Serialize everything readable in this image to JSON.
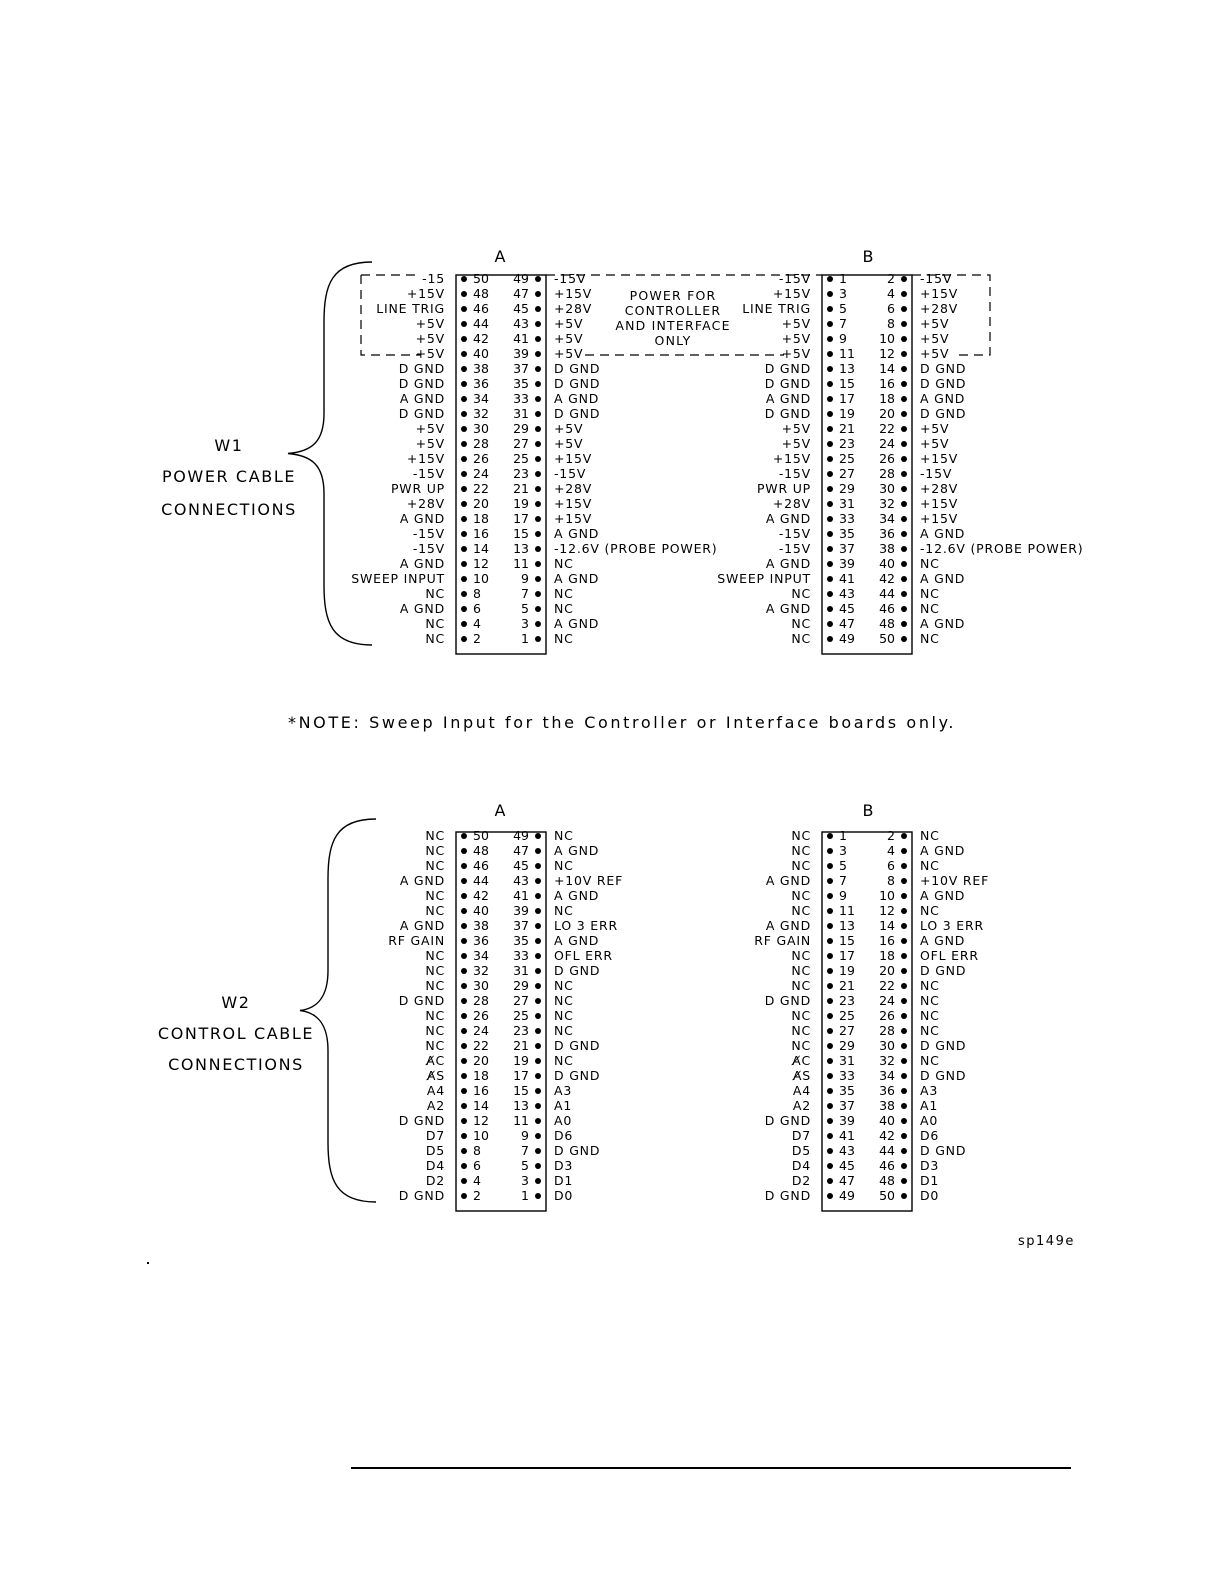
{
  "diagrams": [
    {
      "id": "w1",
      "name_lines": [
        "W1",
        "POWER CABLE",
        "CONNECTIONS"
      ],
      "connectors": [
        {
          "header": "A",
          "rows": [
            {
              "l": "-15",
              "lp": "50",
              "rp": "49",
              "r": "-15V"
            },
            {
              "l": "+15V",
              "lp": "48",
              "rp": "47",
              "r": "+15V"
            },
            {
              "l": "LINE TRIG",
              "lp": "46",
              "rp": "45",
              "r": "+28V"
            },
            {
              "l": "+5V",
              "lp": "44",
              "rp": "43",
              "r": "+5V"
            },
            {
              "l": "+5V",
              "lp": "42",
              "rp": "41",
              "r": "+5V"
            },
            {
              "l": "+5V",
              "lp": "40",
              "rp": "39",
              "r": "+5V"
            },
            {
              "l": "D GND",
              "lp": "38",
              "rp": "37",
              "r": "D GND"
            },
            {
              "l": "D GND",
              "lp": "36",
              "rp": "35",
              "r": "D GND"
            },
            {
              "l": "A GND",
              "lp": "34",
              "rp": "33",
              "r": "A GND"
            },
            {
              "l": "D GND",
              "lp": "32",
              "rp": "31",
              "r": "D GND"
            },
            {
              "l": "+5V",
              "lp": "30",
              "rp": "29",
              "r": "+5V"
            },
            {
              "l": "+5V",
              "lp": "28",
              "rp": "27",
              "r": "+5V"
            },
            {
              "l": "+15V",
              "lp": "26",
              "rp": "25",
              "r": "+15V"
            },
            {
              "l": "-15V",
              "lp": "24",
              "rp": "23",
              "r": "-15V"
            },
            {
              "l": "PWR UP",
              "lp": "22",
              "rp": "21",
              "r": "+28V"
            },
            {
              "l": "+28V",
              "lp": "20",
              "rp": "19",
              "r": "+15V"
            },
            {
              "l": "A GND",
              "lp": "18",
              "rp": "17",
              "r": "+15V"
            },
            {
              "l": "-15V",
              "lp": "16",
              "rp": "15",
              "r": "A GND"
            },
            {
              "l": "-15V",
              "lp": "14",
              "rp": "13",
              "r": "-12.6V (PROBE POWER)"
            },
            {
              "l": "A GND",
              "lp": "12",
              "rp": "11",
              "r": "NC"
            },
            {
              "l": "SWEEP INPUT",
              "lp": "10",
              "rp": "9",
              "r": "A GND"
            },
            {
              "l": "NC",
              "lp": "8",
              "rp": "7",
              "r": "NC"
            },
            {
              "l": "A GND",
              "lp": "6",
              "rp": "5",
              "r": "NC"
            },
            {
              "l": "NC",
              "lp": "4",
              "rp": "3",
              "r": "A GND"
            },
            {
              "l": "NC",
              "lp": "2",
              "rp": "1",
              "r": "NC"
            }
          ]
        },
        {
          "header": "B",
          "rows": [
            {
              "l": "-15V",
              "lp": "1",
              "rp": "2",
              "r": "-15V"
            },
            {
              "l": "+15V",
              "lp": "3",
              "rp": "4",
              "r": "+15V"
            },
            {
              "l": "LINE TRIG",
              "lp": "5",
              "rp": "6",
              "r": "+28V"
            },
            {
              "l": "+5V",
              "lp": "7",
              "rp": "8",
              "r": "+5V"
            },
            {
              "l": "+5V",
              "lp": "9",
              "rp": "10",
              "r": "+5V"
            },
            {
              "l": "+5V",
              "lp": "11",
              "rp": "12",
              "r": "+5V"
            },
            {
              "l": "D GND",
              "lp": "13",
              "rp": "14",
              "r": "D GND"
            },
            {
              "l": "D GND",
              "lp": "15",
              "rp": "16",
              "r": "D GND"
            },
            {
              "l": "A GND",
              "lp": "17",
              "rp": "18",
              "r": "A GND"
            },
            {
              "l": "D GND",
              "lp": "19",
              "rp": "20",
              "r": "D GND"
            },
            {
              "l": "+5V",
              "lp": "21",
              "rp": "22",
              "r": "+5V"
            },
            {
              "l": "+5V",
              "lp": "23",
              "rp": "24",
              "r": "+5V"
            },
            {
              "l": "+15V",
              "lp": "25",
              "rp": "26",
              "r": "+15V"
            },
            {
              "l": "-15V",
              "lp": "27",
              "rp": "28",
              "r": "-15V"
            },
            {
              "l": "PWR UP",
              "lp": "29",
              "rp": "30",
              "r": "+28V"
            },
            {
              "l": "+28V",
              "lp": "31",
              "rp": "32",
              "r": "+15V"
            },
            {
              "l": "A GND",
              "lp": "33",
              "rp": "34",
              "r": "+15V"
            },
            {
              "l": "-15V",
              "lp": "35",
              "rp": "36",
              "r": "A GND"
            },
            {
              "l": "-15V",
              "lp": "37",
              "rp": "38",
              "r": "-12.6V (PROBE POWER)"
            },
            {
              "l": "A GND",
              "lp": "39",
              "rp": "40",
              "r": "NC"
            },
            {
              "l": "SWEEP INPUT",
              "lp": "41",
              "rp": "42",
              "r": "A GND"
            },
            {
              "l": "NC",
              "lp": "43",
              "rp": "44",
              "r": "NC"
            },
            {
              "l": "A GND",
              "lp": "45",
              "rp": "46",
              "r": "NC"
            },
            {
              "l": "NC",
              "lp": "47",
              "rp": "48",
              "r": "A GND"
            },
            {
              "l": "NC",
              "lp": "49",
              "rp": "50",
              "r": "NC"
            }
          ]
        }
      ],
      "power_note_lines": [
        "POWER FOR",
        "CONTROLLER",
        "AND INTERFACE",
        "ONLY"
      ]
    },
    {
      "id": "w2",
      "name_lines": [
        "W2",
        "CONTROL CABLE",
        "CONNECTIONS"
      ],
      "connectors": [
        {
          "header": "A",
          "rows": [
            {
              "l": "NC",
              "lp": "50",
              "rp": "49",
              "r": "NC"
            },
            {
              "l": "NC",
              "lp": "48",
              "rp": "47",
              "r": "A GND"
            },
            {
              "l": "NC",
              "lp": "46",
              "rp": "45",
              "r": "NC"
            },
            {
              "l": "A GND",
              "lp": "44",
              "rp": "43",
              "r": "+10V REF"
            },
            {
              "l": "NC",
              "lp": "42",
              "rp": "41",
              "r": "A GND"
            },
            {
              "l": "NC",
              "lp": "40",
              "rp": "39",
              "r": "NC"
            },
            {
              "l": "A GND",
              "lp": "38",
              "rp": "37",
              "r": "LO 3 ERR"
            },
            {
              "l": "RF GAIN",
              "lp": "36",
              "rp": "35",
              "r": "A GND"
            },
            {
              "l": "NC",
              "lp": "34",
              "rp": "33",
              "r": "OFL ERR"
            },
            {
              "l": "NC",
              "lp": "32",
              "rp": "31",
              "r": "D GND"
            },
            {
              "l": "NC",
              "lp": "30",
              "rp": "29",
              "r": "NC"
            },
            {
              "l": "D GND",
              "lp": "28",
              "rp": "27",
              "r": "NC"
            },
            {
              "l": "NC",
              "lp": "26",
              "rp": "25",
              "r": "NC"
            },
            {
              "l": "NC",
              "lp": "24",
              "rp": "23",
              "r": "NC"
            },
            {
              "l": "NC",
              "lp": "22",
              "rp": "21",
              "r": "D GND"
            },
            {
              "l": "A̸C",
              "lp": "20",
              "rp": "19",
              "r": "NC"
            },
            {
              "l": "A̸S",
              "lp": "18",
              "rp": "17",
              "r": "D GND"
            },
            {
              "l": "A4",
              "lp": "16",
              "rp": "15",
              "r": "A3"
            },
            {
              "l": "A2",
              "lp": "14",
              "rp": "13",
              "r": "A1"
            },
            {
              "l": "D   GND",
              "lp": "12",
              "rp": "11",
              "r": "A0"
            },
            {
              "l": "D7",
              "lp": "10",
              "rp": "9",
              "r": "D6"
            },
            {
              "l": "D5",
              "lp": "8",
              "rp": "7",
              "r": "D GND"
            },
            {
              "l": "D4",
              "lp": "6",
              "rp": "5",
              "r": "D3"
            },
            {
              "l": "D2",
              "lp": "4",
              "rp": "3",
              "r": "D1"
            },
            {
              "l": "D GND",
              "lp": "2",
              "rp": "1",
              "r": "D0"
            }
          ]
        },
        {
          "header": "B",
          "rows": [
            {
              "l": "NC",
              "lp": "1",
              "rp": "2",
              "r": "NC"
            },
            {
              "l": "NC",
              "lp": "3",
              "rp": "4",
              "r": "A GND"
            },
            {
              "l": "NC",
              "lp": "5",
              "rp": "6",
              "r": "NC"
            },
            {
              "l": "A GND",
              "lp": "7",
              "rp": "8",
              "r": "+10V REF"
            },
            {
              "l": "NC",
              "lp": "9",
              "rp": "10",
              "r": "A GND"
            },
            {
              "l": "NC",
              "lp": "11",
              "rp": "12",
              "r": "NC"
            },
            {
              "l": "A GND",
              "lp": "13",
              "rp": "14",
              "r": "LO 3 ERR"
            },
            {
              "l": "RF GAIN",
              "lp": "15",
              "rp": "16",
              "r": "A GND"
            },
            {
              "l": "NC",
              "lp": "17",
              "rp": "18",
              "r": "OFL ERR"
            },
            {
              "l": "NC",
              "lp": "19",
              "rp": "20",
              "r": "D GND"
            },
            {
              "l": "NC",
              "lp": "21",
              "rp": "22",
              "r": "NC"
            },
            {
              "l": "D GND",
              "lp": "23",
              "rp": "24",
              "r": "NC"
            },
            {
              "l": "NC",
              "lp": "25",
              "rp": "26",
              "r": "NC"
            },
            {
              "l": "NC",
              "lp": "27",
              "rp": "28",
              "r": "NC"
            },
            {
              "l": "NC",
              "lp": "29",
              "rp": "30",
              "r": "D GND"
            },
            {
              "l": "A̸C",
              "lp": "31",
              "rp": "32",
              "r": "NC"
            },
            {
              "l": "A̸S",
              "lp": "33",
              "rp": "34",
              "r": "D GND"
            },
            {
              "l": "A4",
              "lp": "35",
              "rp": "36",
              "r": "A3"
            },
            {
              "l": "A2",
              "lp": "37",
              "rp": "38",
              "r": "A1"
            },
            {
              "l": "D   GND",
              "lp": "39",
              "rp": "40",
              "r": "A0"
            },
            {
              "l": "D7",
              "lp": "41",
              "rp": "42",
              "r": "D6"
            },
            {
              "l": "D5",
              "lp": "43",
              "rp": "44",
              "r": "D GND"
            },
            {
              "l": "D4",
              "lp": "45",
              "rp": "46",
              "r": "D3"
            },
            {
              "l": "D2",
              "lp": "47",
              "rp": "48",
              "r": "D1"
            },
            {
              "l": "D GND",
              "lp": "49",
              "rp": "50",
              "r": "D0"
            }
          ]
        }
      ]
    }
  ],
  "note": "*NOTE: Sweep Input for the Controller or Interface boards only.",
  "figure_id": "sp149e"
}
